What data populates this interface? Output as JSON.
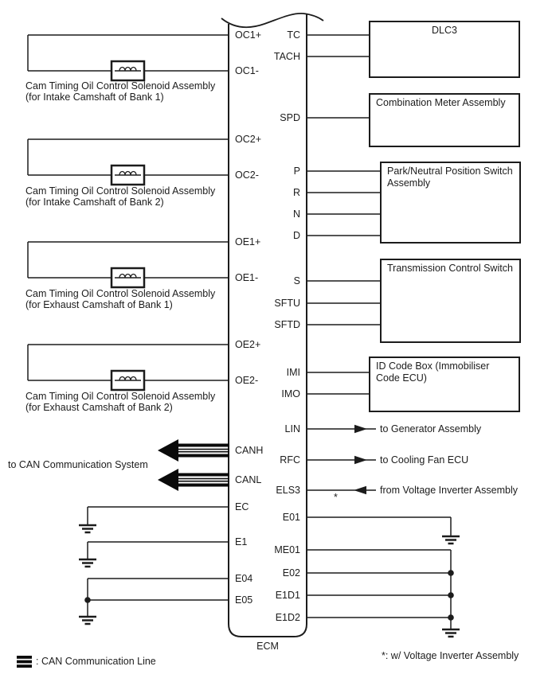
{
  "ecm": {
    "label": "ECM",
    "left_pins": [
      "OC1+",
      "OC1-",
      "OC2+",
      "OC2-",
      "OE1+",
      "OE1-",
      "OE2+",
      "OE2-",
      "CANH",
      "CANL",
      "EC",
      "E1",
      "E04",
      "E05"
    ],
    "right_pins": [
      "TC",
      "TACH",
      "SPD",
      "P",
      "R",
      "N",
      "D",
      "S",
      "SFTU",
      "SFTD",
      "IMI",
      "IMO",
      "LIN",
      "RFC",
      "ELS3",
      "E01",
      "ME01",
      "E02",
      "E1D1",
      "E1D2"
    ]
  },
  "solenoids": [
    {
      "line1": "Cam Timing Oil Control Solenoid Assembly",
      "line2": "(for Intake Camshaft of Bank 1)"
    },
    {
      "line1": "Cam Timing Oil Control Solenoid Assembly",
      "line2": "(for Intake Camshaft of Bank 2)"
    },
    {
      "line1": "Cam Timing Oil Control Solenoid Assembly",
      "line2": "(for Exhaust Camshaft of Bank 1)"
    },
    {
      "line1": "Cam Timing Oil Control Solenoid Assembly",
      "line2": "(for Exhaust Camshaft of Bank 2)"
    }
  ],
  "components": [
    {
      "name": "DLC3"
    },
    {
      "name": "Combination Meter Assembly"
    },
    {
      "name": "Park/Neutral Position Switch Assembly"
    },
    {
      "name": "Transmission Control Switch"
    },
    {
      "name": "ID Code Box (Immobiliser Code ECU)"
    }
  ],
  "annotations": {
    "can_system": "to CAN Communication System",
    "generator": "to Generator Assembly",
    "cooling_fan": "to Cooling Fan ECU",
    "voltage_inverter": "from Voltage Inverter Assembly",
    "asterisk": "*",
    "legend_label": ": CAN Communication Line",
    "footnote": "*: w/ Voltage Inverter Assembly"
  },
  "colors": {
    "line": "#1c1c1c"
  }
}
